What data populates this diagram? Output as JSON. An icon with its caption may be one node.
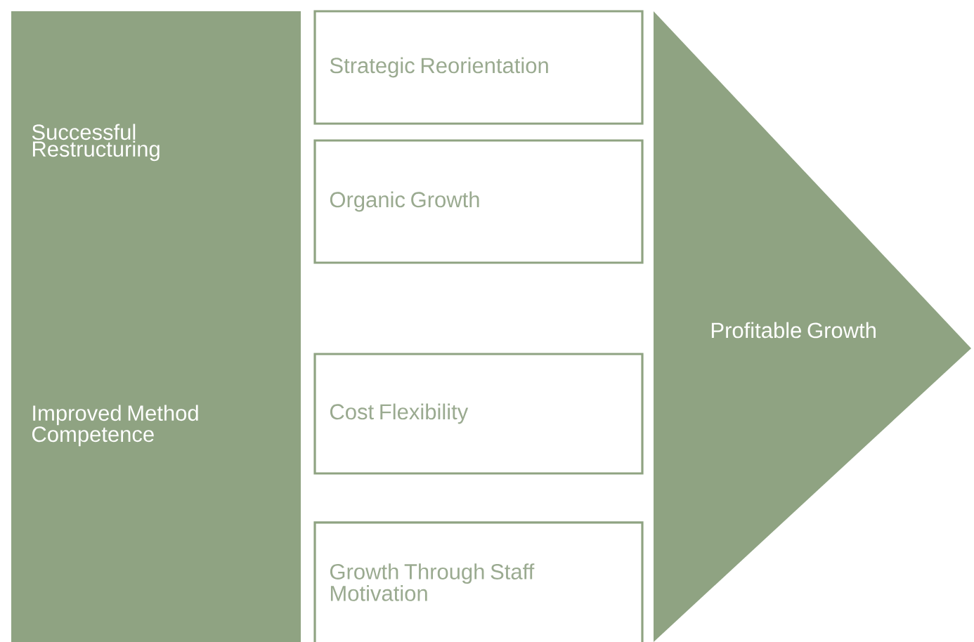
{
  "diagram": {
    "nodes": [
      {
        "text": [
          "Successful Restructuring",
          "Improved Method Competence"
        ]
      },
      {
        "text": [
          "Strategic Reorientation"
        ]
      },
      {
        "text": [
          "Organic Growth"
        ]
      },
      {
        "text": [
          "Cost Flexibility"
        ]
      },
      {
        "text": [
          "Growth Through Staff Motivation"
        ]
      },
      {
        "text": [
          "Profitable Growth"
        ]
      }
    ]
  }
}
